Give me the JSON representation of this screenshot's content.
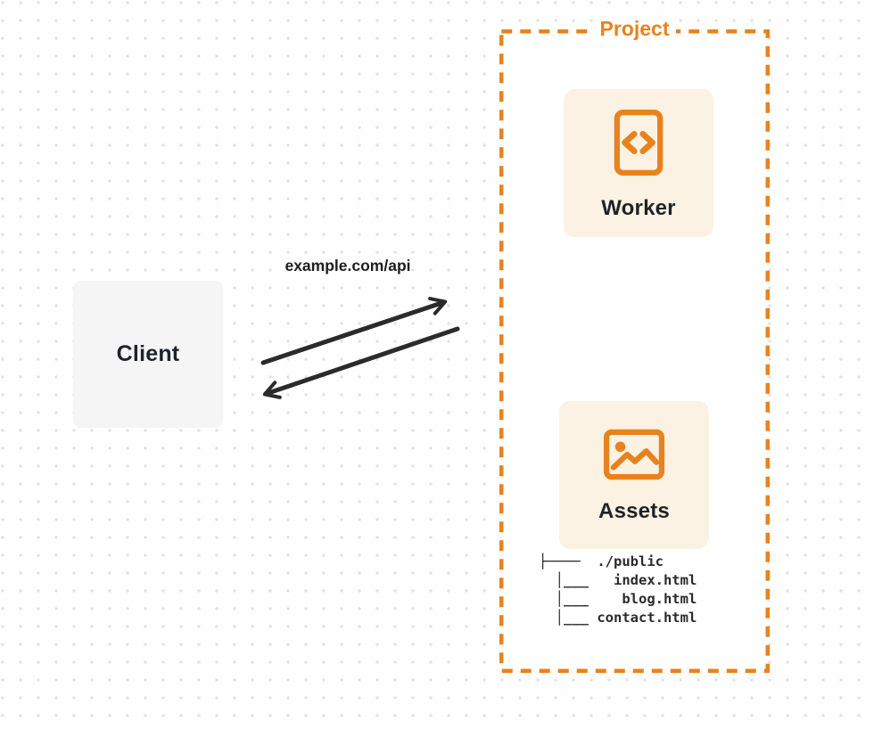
{
  "diagram": {
    "client": {
      "label": "Client"
    },
    "request_label": "example.com/api",
    "project": {
      "title": "Project",
      "worker": {
        "label": "Worker",
        "icon": "code-brackets-icon"
      },
      "assets": {
        "label": "Assets",
        "icon": "image-picture-icon"
      },
      "file_tree": "├────  ./public\n  │___   index.html\n  │___    blog.html\n  │___ contact.html"
    },
    "colors": {
      "accent_orange": "#E8821E",
      "card_cream": "#FCF2E3",
      "client_gray": "#F5F5F6",
      "arrow_dark": "#2B2B2B",
      "text_dark": "#1F2329"
    }
  }
}
